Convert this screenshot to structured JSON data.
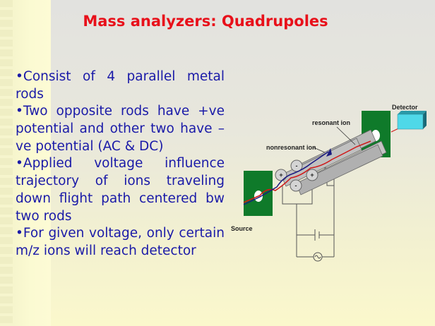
{
  "title": "Mass analyzers: Quadrupoles",
  "bullets": [
    {
      "lines": [
        "•Consist of 4 parallel metal",
        "rods"
      ]
    },
    {
      "lines": [
        "•Two opposite rods have +ve",
        "potential and other two have –",
        "ve potential (AC & DC)"
      ]
    },
    {
      "lines": [
        "•Applied voltage influence",
        "trajectory of ions traveling",
        "down flight path centered bw",
        "two rods"
      ]
    },
    {
      "lines": [
        "•For given voltage, only certain",
        "m/z ions will reach detector"
      ]
    }
  ],
  "diagram": {
    "detector_label": "Detector",
    "resonant_label": "resonant ion",
    "nonresonant_label": "nonresonant ion",
    "source_label": "Source",
    "rod_signs": [
      "+",
      "-",
      "+",
      "-"
    ]
  },
  "colors": {
    "title": "#e8101a",
    "text": "#1a1aa8",
    "plate": "#0f7a2a",
    "detector": "#4fd8e8"
  }
}
